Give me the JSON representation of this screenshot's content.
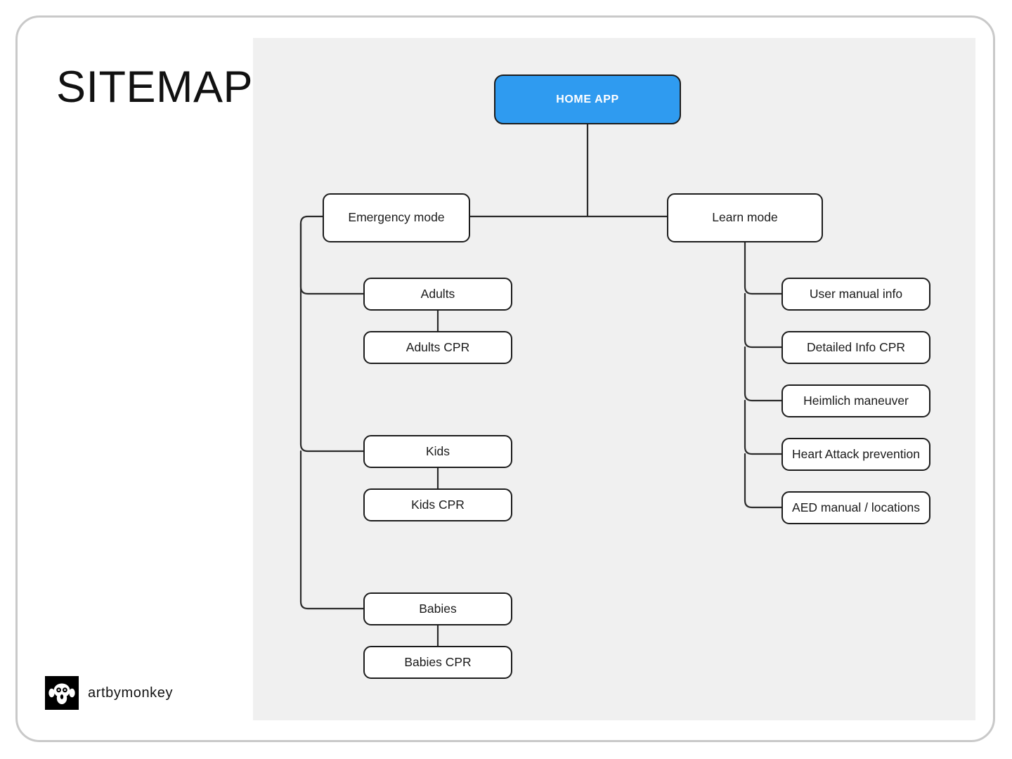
{
  "page": {
    "title": "SITEMAP",
    "background_color": "#ffffff",
    "panel_color": "#f0f0f0",
    "frame_color": "#c9c9c9"
  },
  "brand": {
    "name": "artbymonkey",
    "mark_icon": "monkey-face-icon",
    "mark_background": "#000000"
  },
  "diagram": {
    "type": "sitemap-tree",
    "accent_color": "#2f9bf0",
    "node_border_color": "#1c1c1c",
    "connector_color": "#2b2b2b",
    "root": {
      "id": "home-app",
      "label": "HOME APP",
      "highlighted": true
    },
    "branches": [
      {
        "id": "emergency-mode",
        "label": "Emergency mode",
        "children": [
          {
            "id": "adults",
            "label": "Adults",
            "child": {
              "id": "adults-cpr",
              "label": "Adults CPR"
            }
          },
          {
            "id": "kids",
            "label": "Kids",
            "child": {
              "id": "kids-cpr",
              "label": "Kids CPR"
            }
          },
          {
            "id": "babies",
            "label": "Babies",
            "child": {
              "id": "babies-cpr",
              "label": "Babies CPR"
            }
          }
        ]
      },
      {
        "id": "learn-mode",
        "label": "Learn mode",
        "children": [
          {
            "id": "user-manual-info",
            "label": "User manual info"
          },
          {
            "id": "detailed-info-cpr",
            "label": "Detailed Info CPR"
          },
          {
            "id": "heimlich-maneuver",
            "label": "Heimlich maneuver"
          },
          {
            "id": "heart-attack-prevention",
            "label": "Heart Attack prevention"
          },
          {
            "id": "aed-manual-locations",
            "label": "AED manual / locations"
          }
        ]
      }
    ]
  }
}
